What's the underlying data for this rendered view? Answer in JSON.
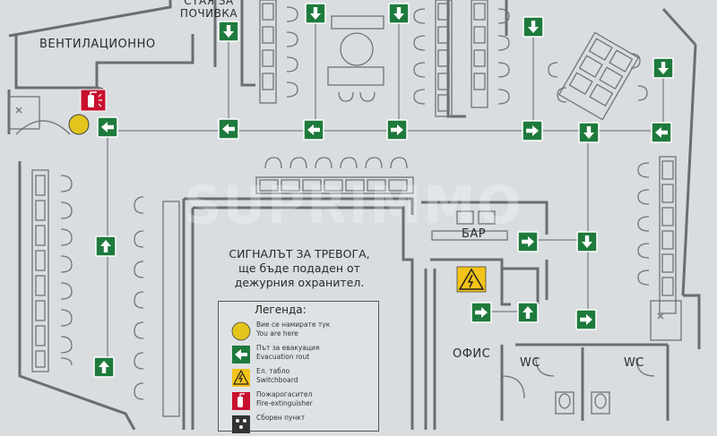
{
  "rooms": {
    "rest_room": "СТАЯ ЗА ПОЧИВКА",
    "ventilation": "ВЕНТИЛАЦИОННО",
    "bar": "БАР",
    "office": "ОФИС",
    "wc_left": "WC",
    "wc_right": "WC"
  },
  "alarm_notice": {
    "line1": "СИГНАЛЪТ ЗА ТРЕВОГА,",
    "line2": "ще бъде подаден от",
    "line3": "дежурния охранител."
  },
  "legend": {
    "title": "Легенда:",
    "items": [
      {
        "icon": "you-are-here-icon",
        "bg": "Вие се намирате тук",
        "en": "You are here",
        "color": "#e3c41c"
      },
      {
        "icon": "evacuation-arrow-icon",
        "bg": "Път за евакуация",
        "en": "Evacuation rout",
        "color": "#1e7a3c"
      },
      {
        "icon": "electric-hazard-icon",
        "bg": "Ел. табло",
        "en": "Switchboard",
        "color": "#f2c318"
      },
      {
        "icon": "fire-extinguisher-icon",
        "bg": "Пожарогасител",
        "en": "Fire-extinguisher",
        "color": "#c8102e"
      },
      {
        "icon": "assembly-point-icon",
        "bg": "Сборен пункт",
        "en": "",
        "color": "#333333"
      }
    ]
  },
  "watermark": "SUPRIMMO",
  "colors": {
    "evacuation_sign": "#1e7a3c",
    "you_are_here": "#e3c41c",
    "fire_extinguisher": "#c8102e",
    "hazard": "#f2c318",
    "wall": "#6a6e72"
  },
  "evacuation_arrows": [
    {
      "direction": "down"
    },
    {
      "direction": "down"
    },
    {
      "direction": "down"
    },
    {
      "direction": "down"
    },
    {
      "direction": "down"
    },
    {
      "direction": "left"
    },
    {
      "direction": "left"
    },
    {
      "direction": "left"
    },
    {
      "direction": "right"
    },
    {
      "direction": "right"
    },
    {
      "direction": "down"
    },
    {
      "direction": "left"
    },
    {
      "direction": "up"
    },
    {
      "direction": "up"
    },
    {
      "direction": "right"
    },
    {
      "direction": "down"
    },
    {
      "direction": "right"
    },
    {
      "direction": "up"
    },
    {
      "direction": "right"
    }
  ]
}
